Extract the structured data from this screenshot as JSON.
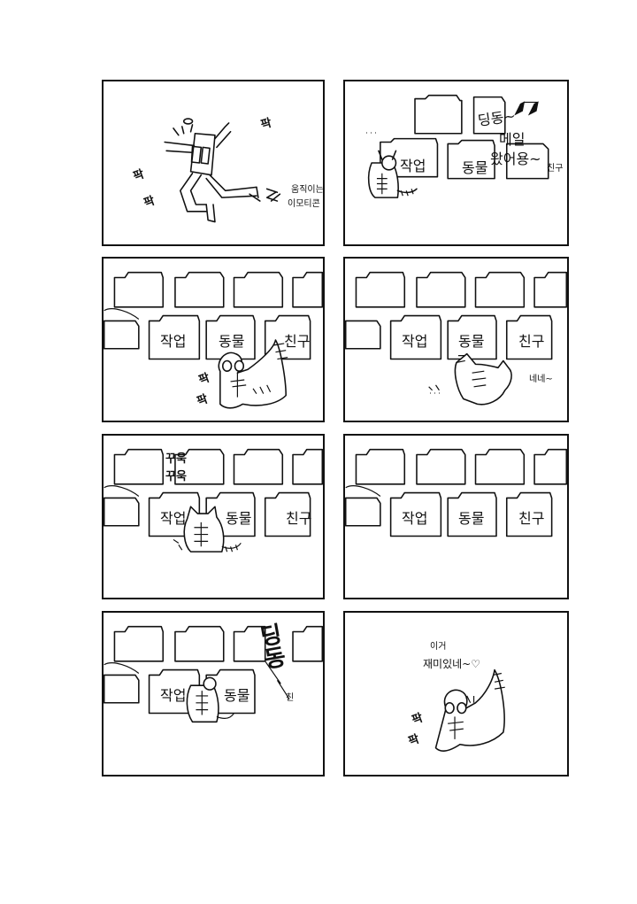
{
  "p1": {
    "sfx_a": "팍",
    "sfx_b": "팍",
    "sfx_c": "팍",
    "caption_l1": "움직이는",
    "caption_l2": "이모티콘"
  },
  "p2": {
    "dots": "˙˙˙",
    "msg_l1": "딩동~",
    "msg_l2": "메일",
    "msg_l3": "왔어용~",
    "folder_work": "작업",
    "folder_animal": "동물",
    "folder_friend": "친구"
  },
  "p3": {
    "folder_work": "작업",
    "folder_animal": "동물",
    "folder_friend": "친구",
    "sfx_a": "팍",
    "sfx_b": "팍"
  },
  "p4": {
    "folder_work": "작업",
    "folder_animal": "동물",
    "folder_friend": "친구",
    "speech": "네네~",
    "dots": "˙˙˙"
  },
  "p5": {
    "sfx_a": "꾸욱",
    "sfx_b": "꾸욱",
    "folder_work": "작업",
    "folder_animal": "동물",
    "folder_friend": "친구"
  },
  "p6": {
    "folder_work": "작업",
    "folder_animal": "동물",
    "folder_friend": "친구"
  },
  "p7": {
    "folder_work": "작업",
    "folder_animal": "동물",
    "big_sfx": "딩동",
    "partial": "친"
  },
  "p8": {
    "speech_l1": "이거",
    "speech_l2": "재미있네~♡",
    "sfx_a": "팍",
    "sfx_b": "팍"
  }
}
